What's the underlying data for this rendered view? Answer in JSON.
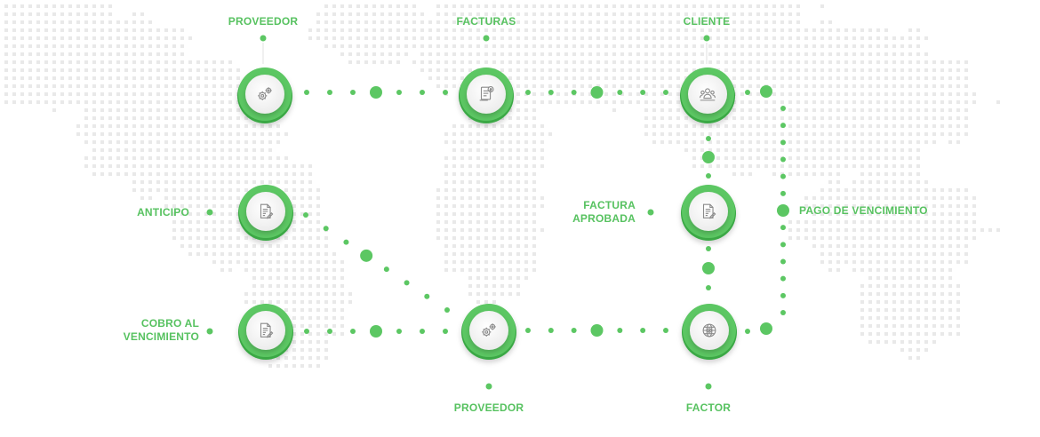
{
  "diagram": {
    "colors": {
      "accent": "#5cc763",
      "accent_dark": "#3aa845",
      "label": "#57c260",
      "map_dots": "#e9e9e9",
      "icon": "#8a8a8a"
    },
    "nodes": [
      {
        "id": "proveedor_top",
        "icon": "gears-icon",
        "label": "PROVEEDOR"
      },
      {
        "id": "facturas",
        "icon": "invoice-dollar-icon",
        "label": "FACTURAS"
      },
      {
        "id": "cliente",
        "icon": "people-group-icon",
        "label": "CLIENTE"
      },
      {
        "id": "anticipo",
        "icon": "document-edit-icon",
        "label": "ANTICIPO"
      },
      {
        "id": "factura_aprobada",
        "icon": "document-edit-icon",
        "label_lines": [
          "FACTURA",
          "APROBADA"
        ]
      },
      {
        "id": "cobro",
        "icon": "document-edit-icon",
        "label_lines": [
          "COBRO AL",
          "VENCIMIENTO"
        ]
      },
      {
        "id": "proveedor_bottom",
        "icon": "gears-icon",
        "label": "PROVEEDOR"
      },
      {
        "id": "factor",
        "icon": "globe-dollar-icon",
        "label": "FACTOR"
      }
    ],
    "side_label": "PAGO DE VENCIMIENTO"
  }
}
